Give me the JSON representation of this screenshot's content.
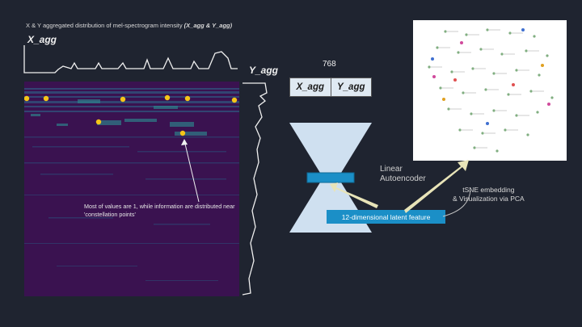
{
  "title": {
    "prefix": "X & Y aggregated distribution of mel-spectrogram intensity ",
    "emphasis": "(X_agg & Y_agg)"
  },
  "labels": {
    "x_agg": "X_agg",
    "y_agg": "Y_agg"
  },
  "annotation": "Most of values are 1, while information are distributed near 'constellation points'",
  "vector": {
    "dimension": "768",
    "cells": [
      "X_agg",
      "Y_agg"
    ]
  },
  "autoencoder": {
    "label_line1": "Linear",
    "label_line2": "Autoencoder",
    "latent_label": "12-dimensional latent feature"
  },
  "tsne": {
    "label_line1": "tSNE embedding",
    "label_line2": "& Visualization via PCA"
  },
  "colors": {
    "background": "#1f2430",
    "spectrogram_bg": "#3a1250",
    "constellation_point": "#f5c518",
    "autoencoder_fill": "#cfe0f0",
    "latent_box": "#1b8fc7",
    "arrow_fill": "#e8e4b8"
  }
}
